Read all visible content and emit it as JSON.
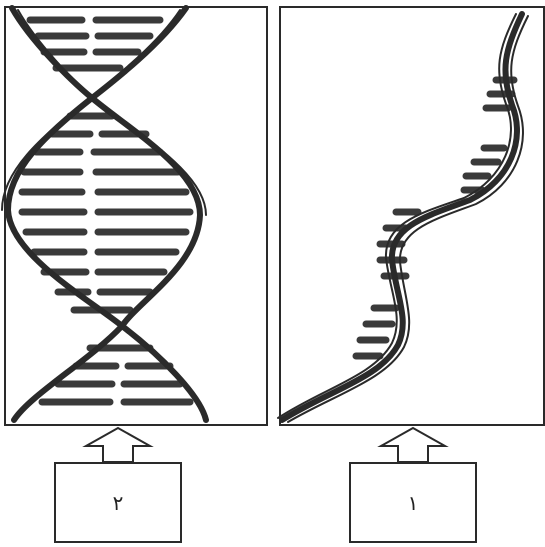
{
  "figure": {
    "labels": {
      "left_box": "٢",
      "right_box": "١"
    },
    "panels": [
      {
        "id": "left",
        "structure": "double-helix"
      },
      {
        "id": "right",
        "structure": "single-strand"
      }
    ],
    "colors": {
      "stroke": "#2a2a2a",
      "rung": "#3a3a3a"
    }
  }
}
